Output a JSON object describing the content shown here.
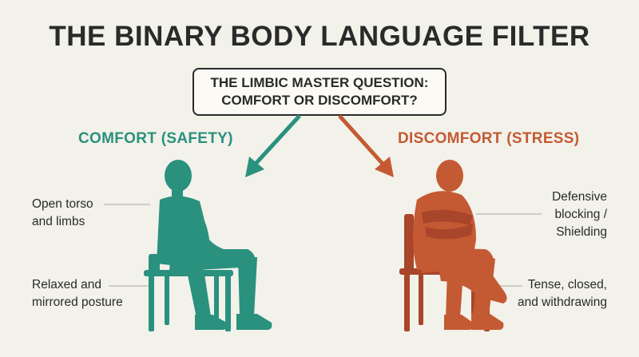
{
  "title": "THE BINARY BODY LANGUAGE FILTER",
  "question": {
    "line1": "THE LIMBIC MASTER QUESTION:",
    "line2": "COMFORT OR DISCOMFORT?"
  },
  "comfort": {
    "heading": "COMFORT (SAFETY)",
    "color": "#2a917e",
    "labels": [
      {
        "line1": "Open torso",
        "line2": "and limbs"
      },
      {
        "line1": "Relaxed and",
        "line2": "mirrored posture"
      }
    ]
  },
  "discomfort": {
    "heading": "DISCOMFORT (STRESS)",
    "color": "#c45a33",
    "labels": [
      {
        "line1": "Defensive",
        "line2": "blocking /",
        "line3": "Shielding"
      },
      {
        "line1": "Tense, closed,",
        "line2": "and withdrawing"
      }
    ]
  }
}
